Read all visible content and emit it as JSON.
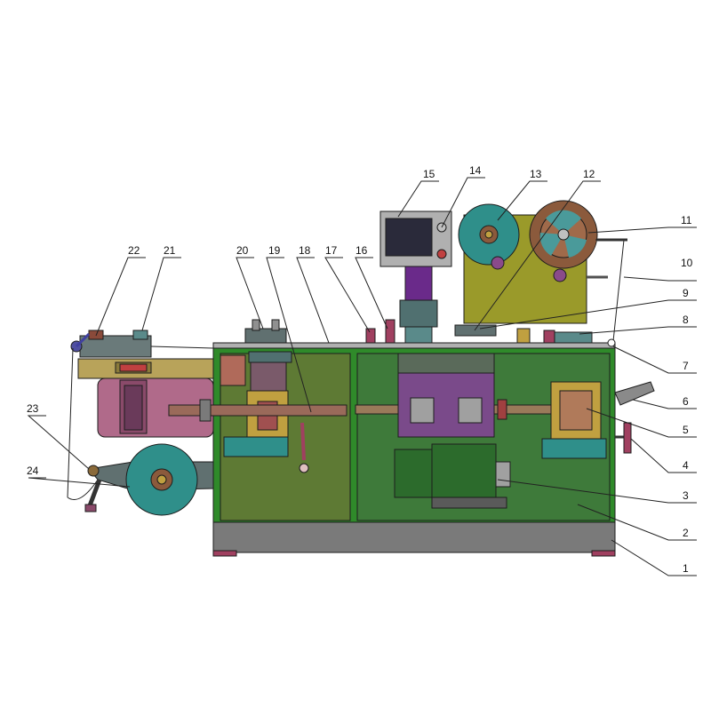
{
  "diagram": {
    "callouts": [
      {
        "label": "1"
      },
      {
        "label": "2"
      },
      {
        "label": "3"
      },
      {
        "label": "4"
      },
      {
        "label": "5"
      },
      {
        "label": "6"
      },
      {
        "label": "7"
      },
      {
        "label": "8"
      },
      {
        "label": "9"
      },
      {
        "label": "10"
      },
      {
        "label": "11"
      },
      {
        "label": "12"
      },
      {
        "label": "13"
      },
      {
        "label": "14"
      },
      {
        "label": "15"
      },
      {
        "label": "16"
      },
      {
        "label": "17"
      },
      {
        "label": "18"
      },
      {
        "label": "19"
      },
      {
        "label": "20"
      },
      {
        "label": "21"
      },
      {
        "label": "22"
      },
      {
        "label": "23"
      },
      {
        "label": "24"
      }
    ],
    "colors": {
      "frame_green": "#2f8a2a",
      "panel_olive": "#5e7a34",
      "motor_green": "#2c6b2c",
      "base_gray": "#7a7a7a",
      "film_teal": "#2f8f8a",
      "roll_brown": "#8b5a3c",
      "pink_panel": "#b06a8a",
      "gold_plate": "#b8a35a",
      "olive_board": "#9a9a2a",
      "purple_column": "#6a2a8a",
      "control_gray": "#b0b0b0"
    }
  }
}
